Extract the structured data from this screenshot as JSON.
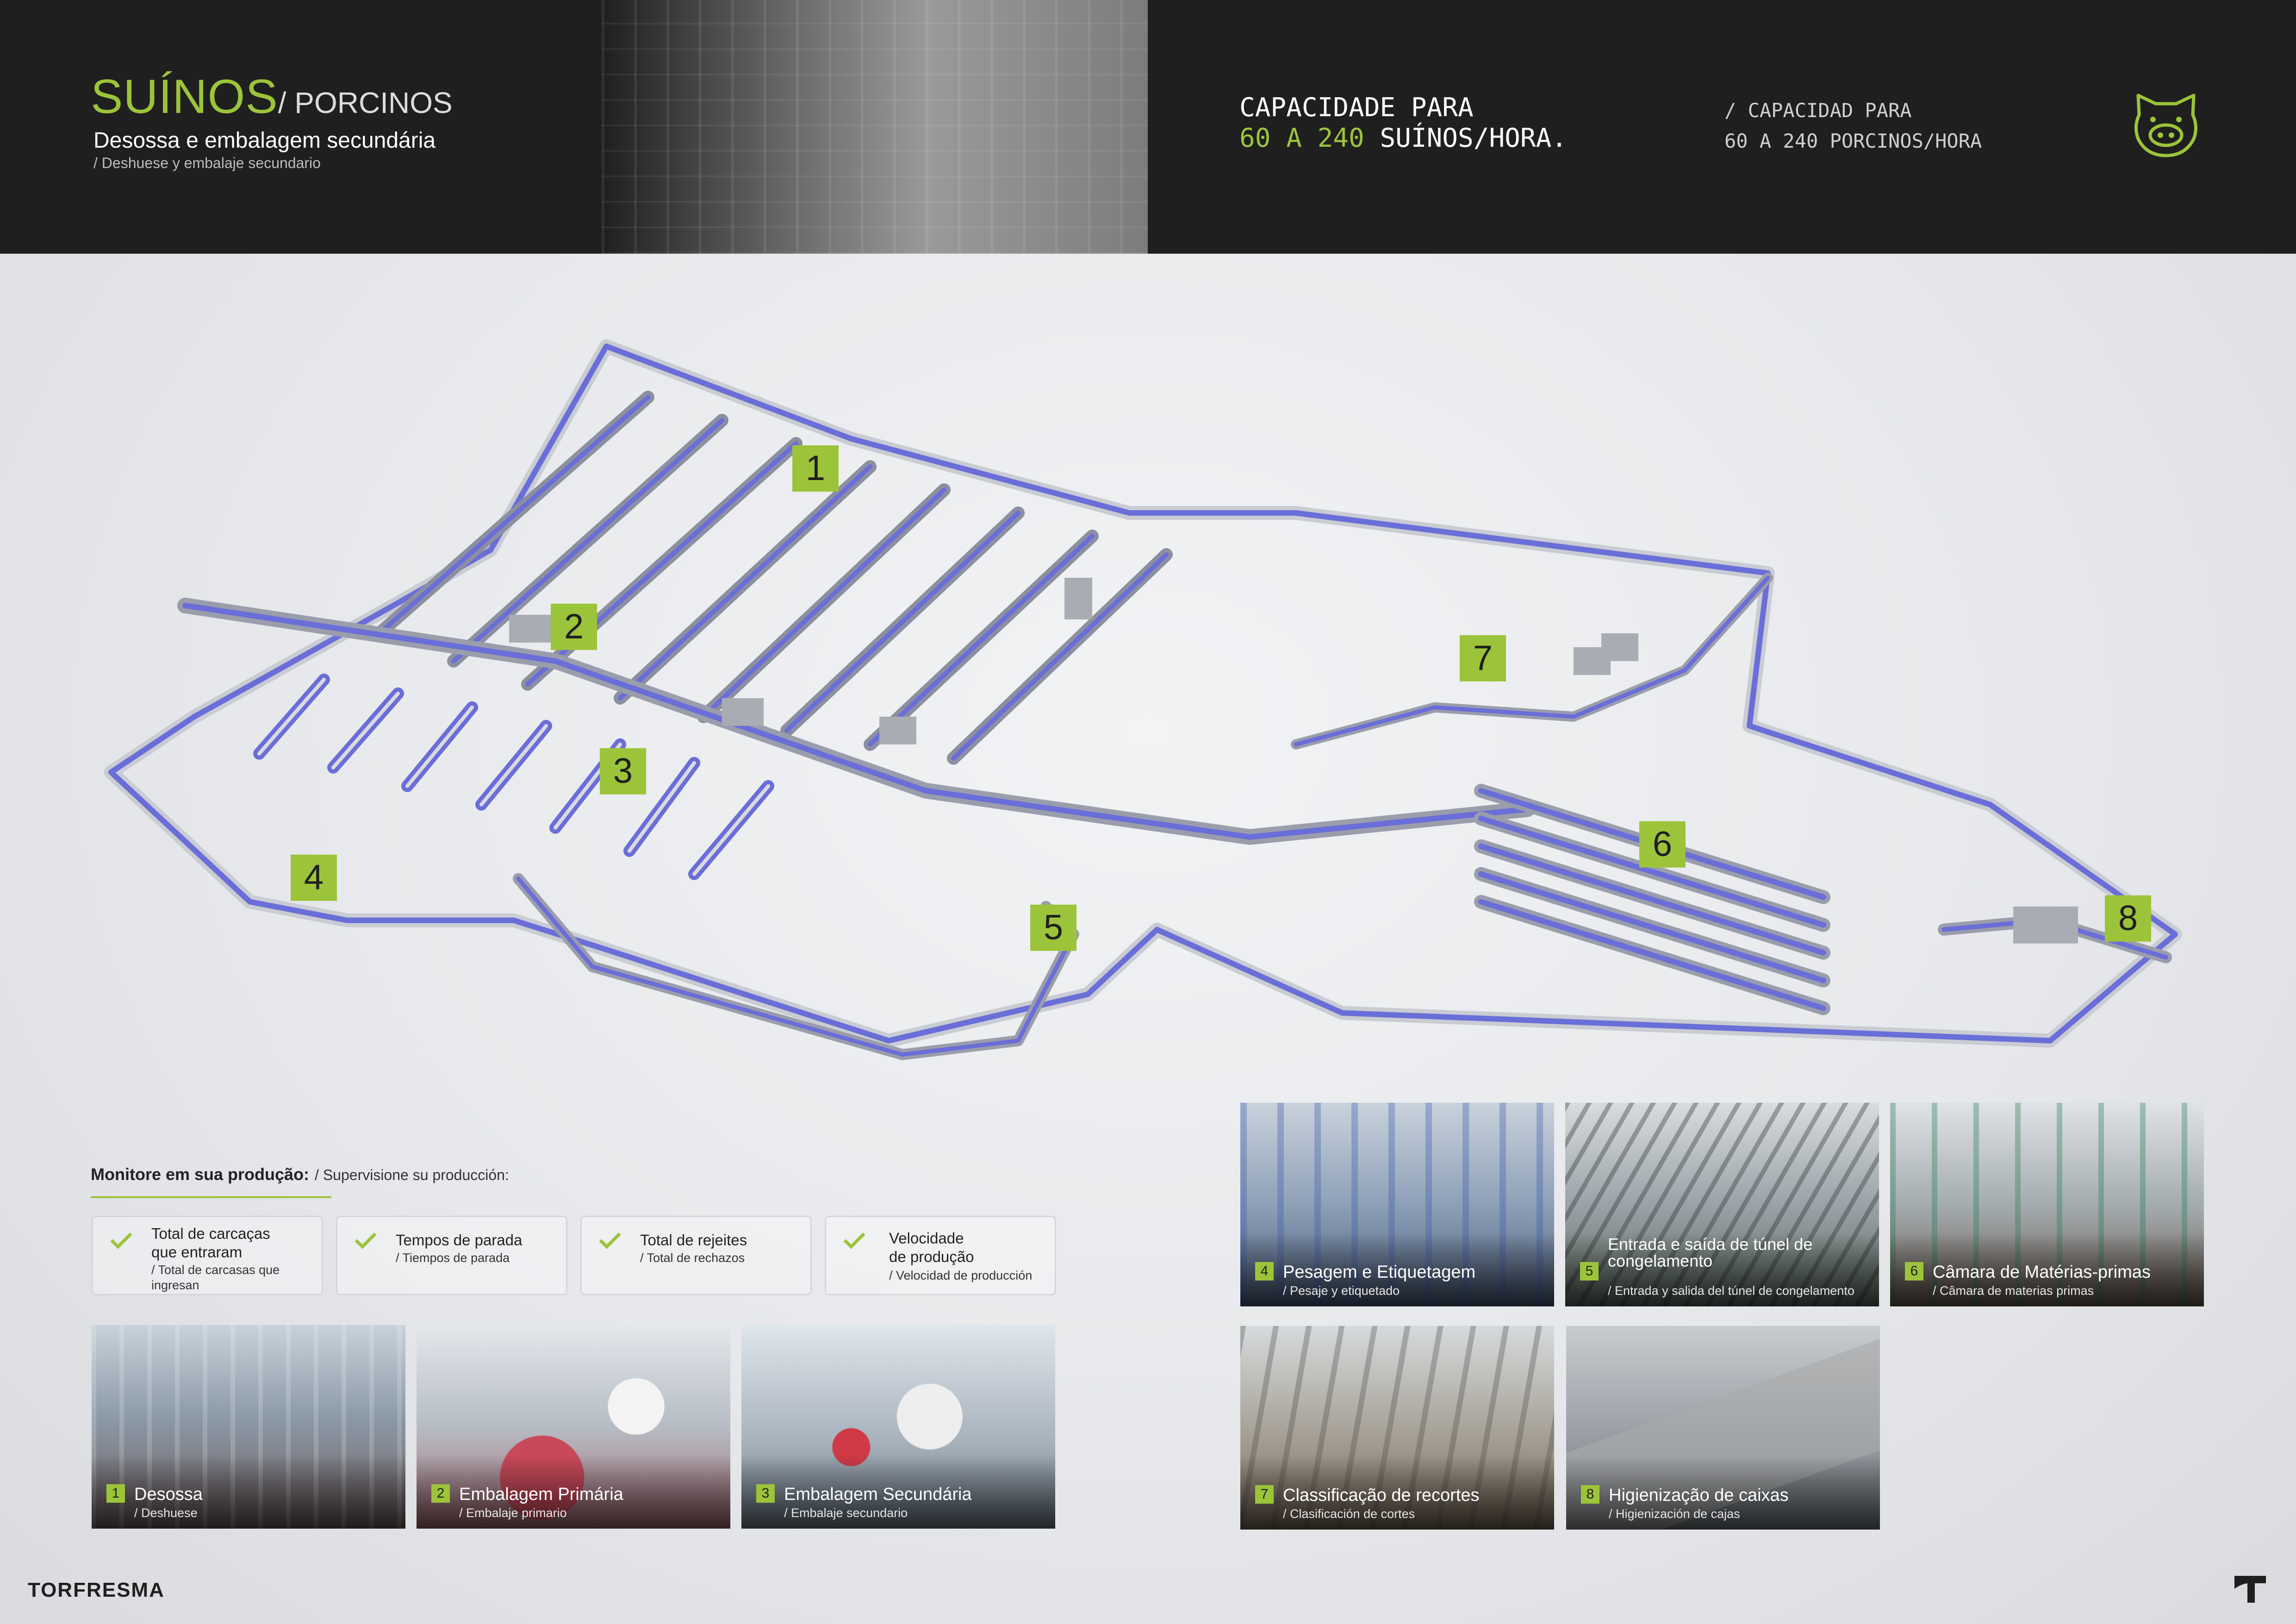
{
  "header": {
    "title_main": "SUÍNOS",
    "title_sub": "/ PORCINOS",
    "subtitle_pt": "Desossa e embalagem secundária",
    "subtitle_es": "/ Deshuese y embalaje secundario",
    "capacity_pt_line1": "CAPACIDADE PARA",
    "capacity_pt_range": "60 A 240",
    "capacity_pt_unit": "SUÍNOS/HORA.",
    "capacity_es_line1": "/ CAPACIDAD PARA",
    "capacity_es_line2": "60 A 240 PORCINOS/HORA",
    "icon": "pig-icon"
  },
  "plant": {
    "markers": [
      "1",
      "2",
      "3",
      "4",
      "5",
      "6",
      "7",
      "8"
    ],
    "conveyor_color": "#6a6ed8"
  },
  "monitor": {
    "title_pt": "Monitore em sua produção:",
    "title_es": "/ Supervisione su producción:",
    "kpis": [
      {
        "label_pt": "Total de carcaças\nque entraram",
        "label_es": "/ Total de carcasas que\ningresan"
      },
      {
        "label_pt": "Tempos de parada",
        "label_es": "/ Tiempos de parada"
      },
      {
        "label_pt": "Total de rejeites",
        "label_es": "/ Total de rechazos"
      },
      {
        "label_pt": "Velocidade\nde produção",
        "label_es": "/ Velocidad de producción"
      }
    ]
  },
  "photos": [
    {
      "num": "1",
      "title": "Desossa",
      "subtitle": "/ Deshuese"
    },
    {
      "num": "2",
      "title": "Embalagem Primária",
      "subtitle": "/ Embalaje primario"
    },
    {
      "num": "3",
      "title": "Embalagem Secundária",
      "subtitle": "/ Embalaje secundario"
    },
    {
      "num": "4",
      "title": "Pesagem e Etiquetagem",
      "subtitle": "/ Pesaje y etiquetado"
    },
    {
      "num": "5",
      "title": "Entrada e saída de túnel de congelamento",
      "subtitle": "/ Entrada y salida del túnel de congelamento"
    },
    {
      "num": "6",
      "title": "Câmara de Matérias-primas",
      "subtitle": "/ Câmara de materias primas"
    },
    {
      "num": "7",
      "title": "Classificação de recortes",
      "subtitle": "/ Clasificación de cortes"
    },
    {
      "num": "8",
      "title": "Higienização de caixas",
      "subtitle": "/ Higienización de cajas"
    }
  ],
  "footer": {
    "brand": "TORFRESMA"
  },
  "colors": {
    "accent": "#9cc43a",
    "header_bg": "#1f1f1f"
  }
}
